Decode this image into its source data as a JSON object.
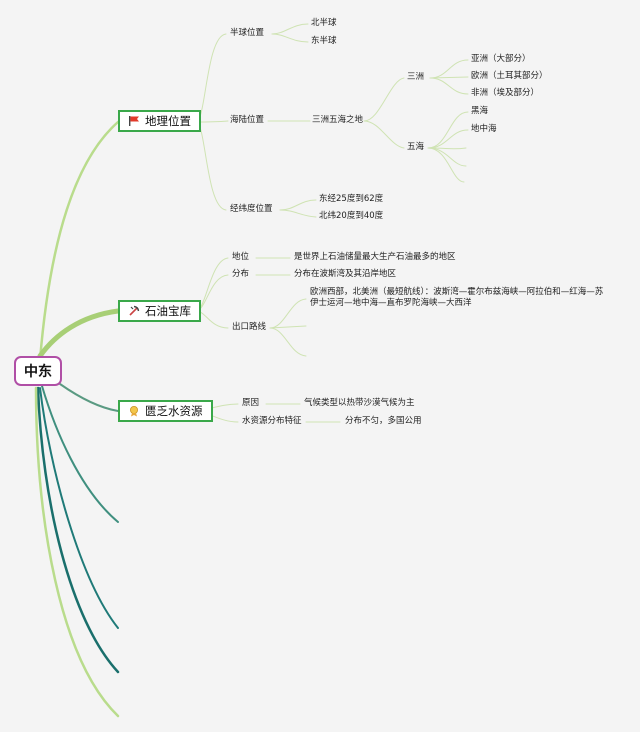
{
  "root": {
    "label": "中东"
  },
  "branches": {
    "geo": {
      "label": "地理位置",
      "icon": "red-flag-icon",
      "hemisphere": {
        "label": "半球位置",
        "north": "北半球",
        "east": "东半球"
      },
      "sealand": {
        "label": "海陆位置",
        "three_five": "三洲五海之地",
        "three_continents": {
          "label": "三洲",
          "items": [
            "亚洲（大部分）",
            "欧洲（土耳其部分）",
            "非洲（埃及部分）"
          ]
        },
        "five_seas": {
          "label": "五海",
          "items": [
            "黑海",
            "地中海"
          ]
        }
      },
      "latlon": {
        "label": "经纬度位置",
        "lon": "东经25度到62度",
        "lat": "北纬20度到40度"
      }
    },
    "oil": {
      "label": "石油宝库",
      "icon": "pickaxe-icon",
      "status": {
        "label": "地位",
        "text": "是世界上石油储量最大生产石油最多的地区"
      },
      "distribution": {
        "label": "分布",
        "text": "分布在波斯湾及其沿岸地区"
      },
      "route": {
        "label": "出口路线",
        "text": "欧洲西部，北美洲（最短航线）：波斯湾—霍尔布兹海峡—阿拉伯和—红海—苏伊士运河—地中海—直布罗陀海峡—大西洋"
      }
    },
    "water": {
      "label": "匮乏水资源",
      "icon": "ribbon-medal-icon",
      "reason": {
        "label": "原因",
        "text": "气候类型以热带沙漠气候为主"
      },
      "feature": {
        "label": "水资源分布特征",
        "text": "分布不匀，多国公用"
      }
    }
  },
  "colors": {
    "root_border": "#b04fa6",
    "level1_border": "#3aa84a",
    "branch_light_green": "#b9dc8c",
    "branch_teal": "#3f8f7f",
    "branch_dark_teal": "#1f7a78",
    "connector": "#cfe3b3",
    "flag_red": "#e23a2a"
  }
}
